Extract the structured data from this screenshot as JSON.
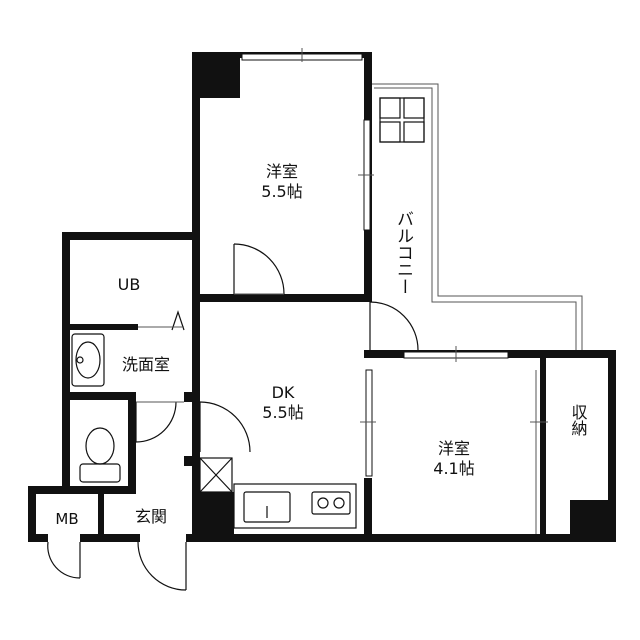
{
  "rooms": {
    "western_north": {
      "name": "洋室",
      "size": "5.5帖"
    },
    "ub": {
      "name": "UB"
    },
    "washroom": {
      "name": "洗面室"
    },
    "dk": {
      "name": "DK",
      "size": "5.5帖"
    },
    "western_south": {
      "name": "洋室",
      "size": "4.1帖"
    },
    "storage": {
      "name": "収納"
    },
    "entrance": {
      "name": "玄関"
    },
    "mb": {
      "name": "MB"
    }
  },
  "balcony": {
    "label": "バルコニー"
  },
  "colors": {
    "wall": "#111111",
    "background": "#ffffff"
  }
}
